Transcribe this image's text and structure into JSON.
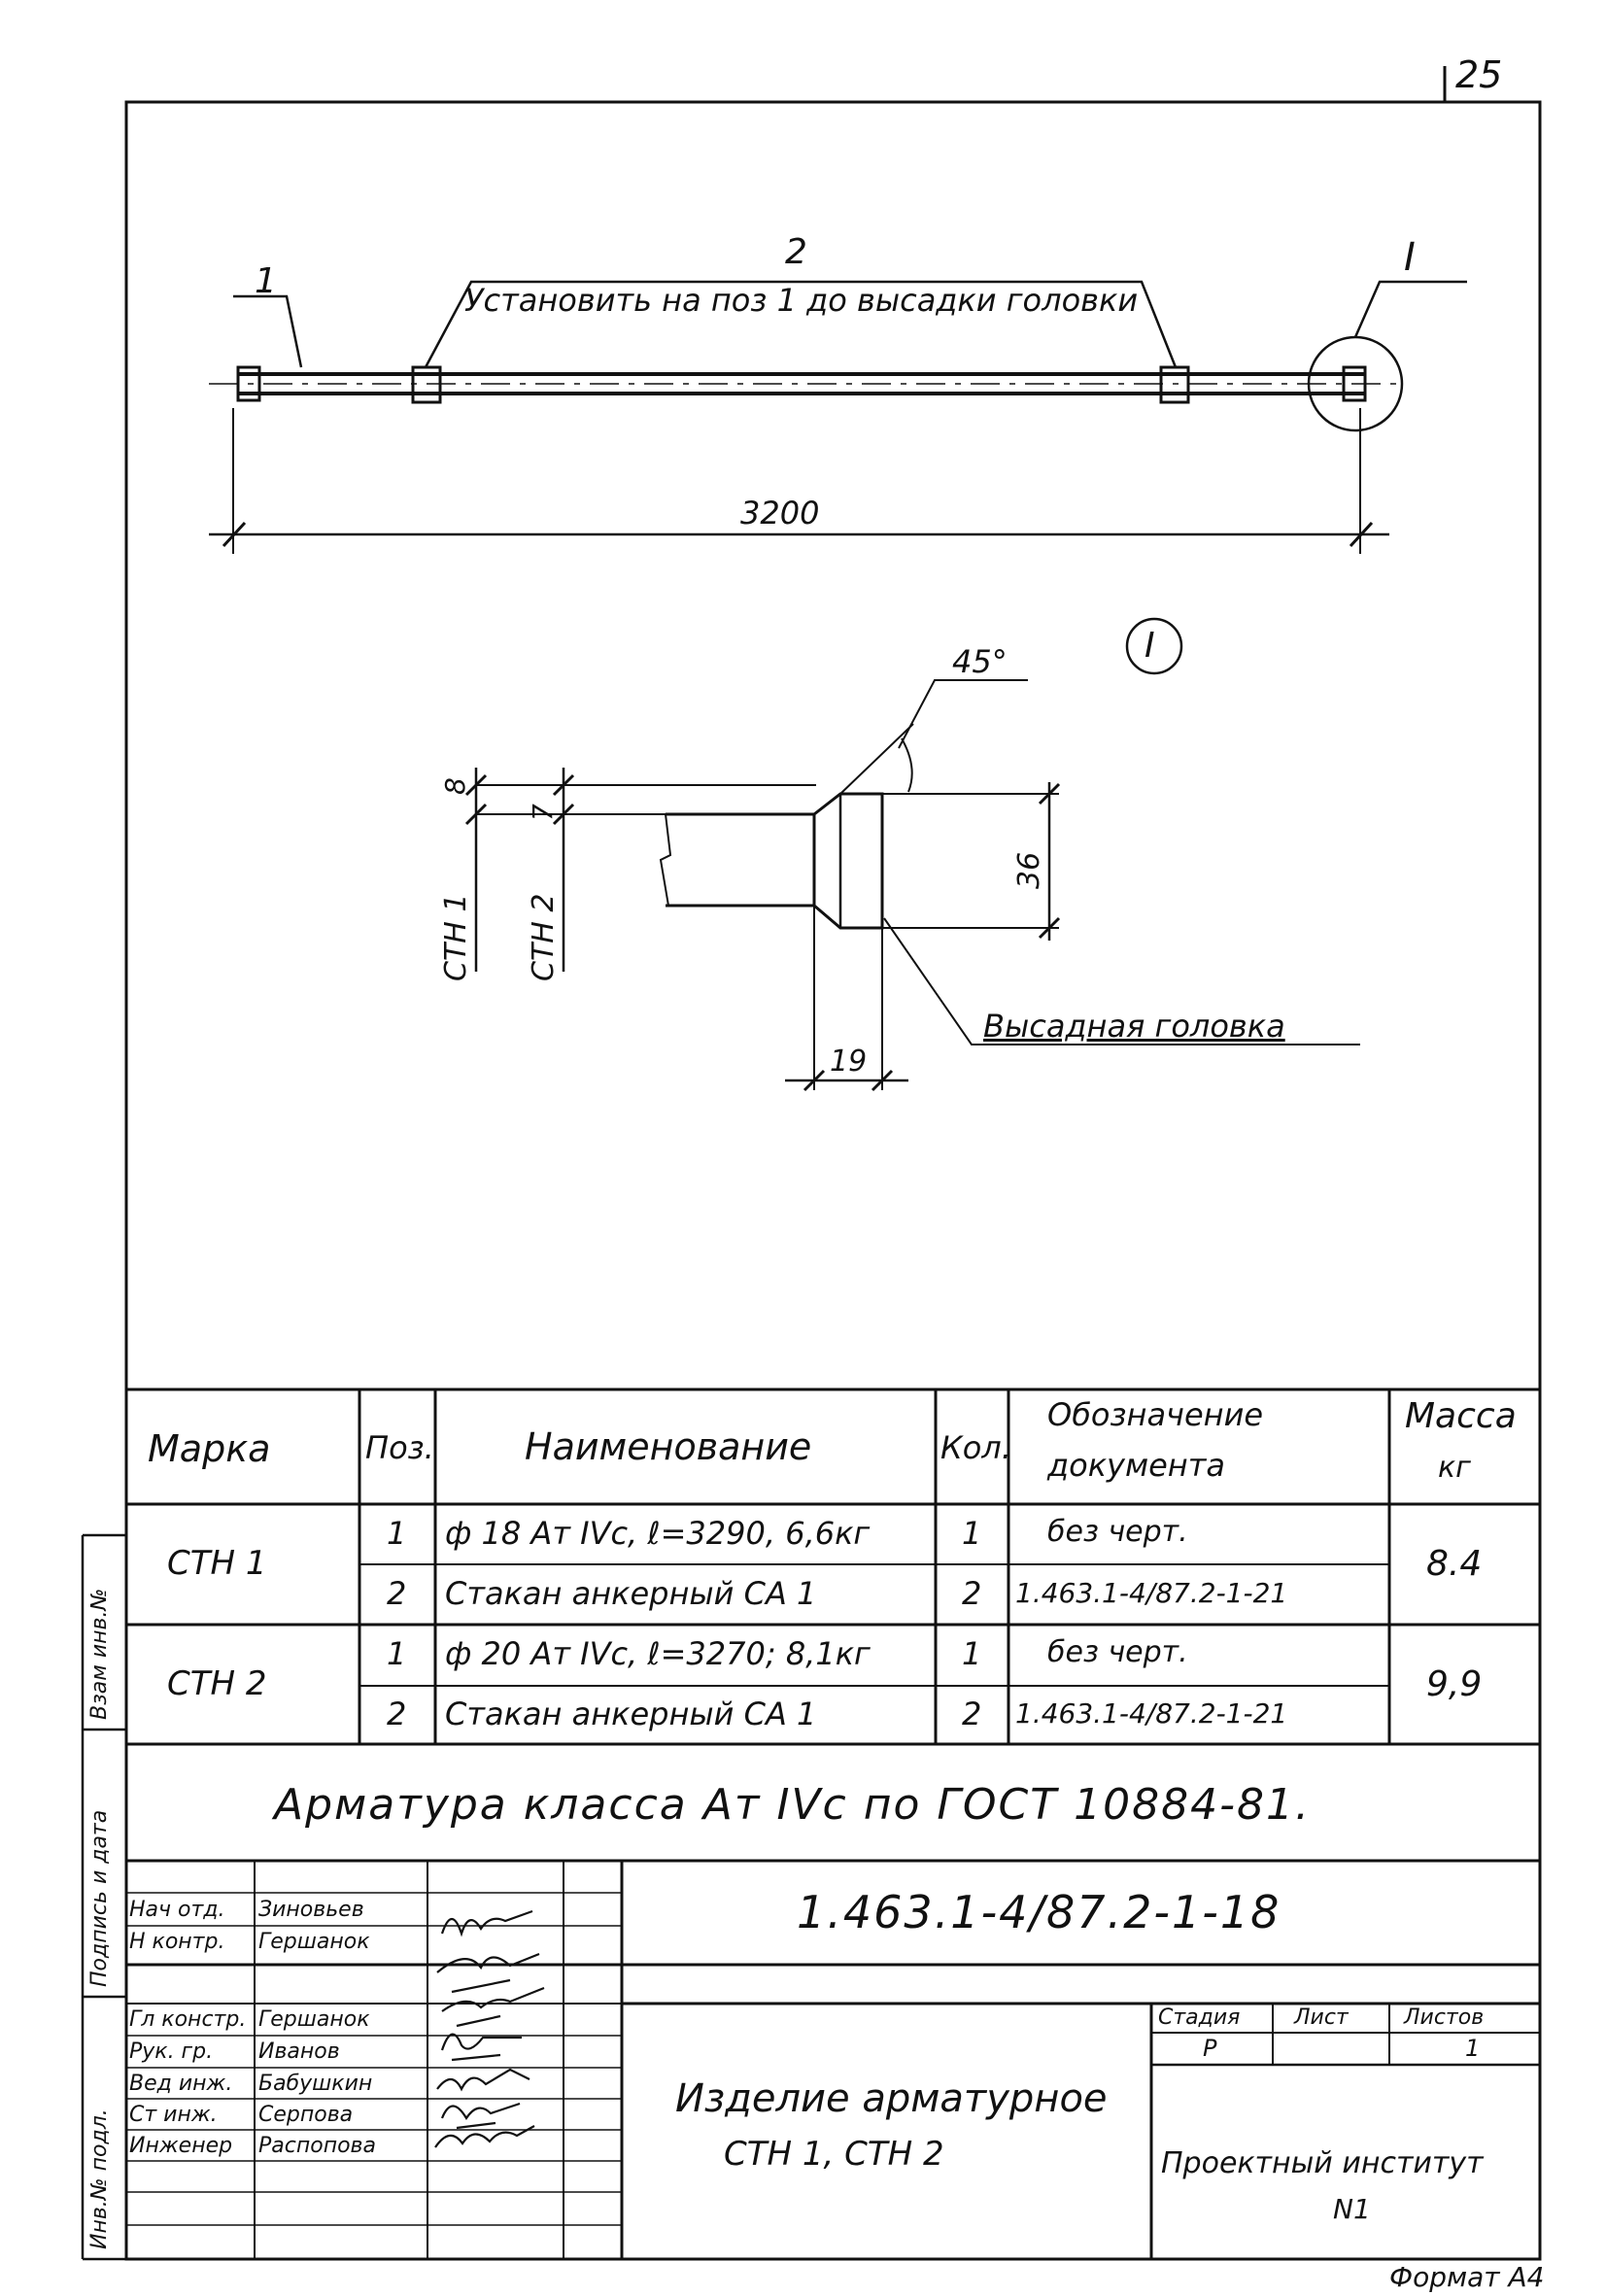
{
  "sheet_number": "25",
  "drawing": {
    "pos1_label": "1",
    "pos2_label": "2",
    "install_note": "Установить на поз 1 до высадки головки",
    "detail_ref": "I",
    "overall_length": "3200",
    "detail_title": "I",
    "angle": "45°",
    "dim_8": "8",
    "dim_7": "7",
    "dim_36": "36",
    "dim_19": "19",
    "label_stn1": "СТН 1",
    "label_stn2": "СТН 2",
    "head_label": "Высадная головка"
  },
  "spec_table": {
    "headers": {
      "mark": "Марка",
      "pos": "Поз.",
      "name": "Наименование",
      "qty": "Кол.",
      "doc_line1": "Обозначение",
      "doc_line2": "документа",
      "mass_line1": "Масса",
      "mass_line2": "кг"
    },
    "groups": [
      {
        "mark": "СТН 1",
        "mass": "8.4",
        "rows": [
          {
            "pos": "1",
            "name": "ф 18 Ат IVс, ℓ=3290, 6,6кг",
            "qty": "1",
            "doc": "без черт."
          },
          {
            "pos": "2",
            "name": "Стакан анкерный СА 1",
            "qty": "2",
            "doc": "1.463.1-4/87.2-1-21"
          }
        ]
      },
      {
        "mark": "СТН 2",
        "mass": "9,9",
        "rows": [
          {
            "pos": "1",
            "name": "ф 20 Ат IVс, ℓ=3270; 8,1кг",
            "qty": "1",
            "doc": "без черт."
          },
          {
            "pos": "2",
            "name": "Стакан анкерный СА 1",
            "qty": "2",
            "doc": "1.463.1-4/87.2-1-21"
          }
        ]
      }
    ],
    "note": "Арматура класса Ат IVс по ГОСТ 10884-81."
  },
  "title_block": {
    "doc_code": "1.463.1-4/87.2-1-18",
    "product_line1": "Изделие арматурное",
    "product_line2": "СТН 1, СТН 2",
    "stage_header": "Стадия",
    "sheet_header": "Лист",
    "sheets_header": "Листов",
    "stage": "Р",
    "sheet": "",
    "sheets": "1",
    "org_line1": "Проектный институт",
    "org_line2": "N1",
    "roles": [
      {
        "role": "Нач отд.",
        "name": "Зиновьев"
      },
      {
        "role": "Н контр.",
        "name": "Гершанок"
      },
      {
        "role": "Гл констр.",
        "name": "Гершанок"
      },
      {
        "role": "Рук. гр.",
        "name": "Иванов"
      },
      {
        "role": "Вед инж.",
        "name": "Бабушкин"
      },
      {
        "role": "Ст инж.",
        "name": "Серпова"
      },
      {
        "role": "Инженер",
        "name": "Распопова"
      }
    ],
    "format": "Формат А4"
  },
  "side_stamp": {
    "inv_orig": "Инв.№ подл.",
    "sign_date": "Подпись и дата",
    "replace_inv": "Взам инв.№"
  }
}
